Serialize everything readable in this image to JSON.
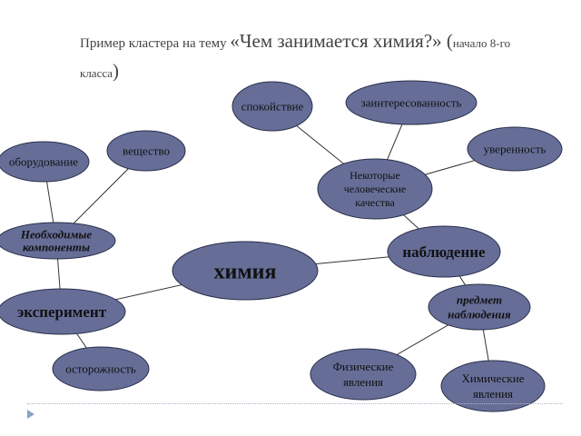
{
  "title": {
    "prefix": "Пример кластера на тему ",
    "main": "«Чем занимается химия?»",
    "paren_open": " (",
    "note_line1": "начало 8-го",
    "note_line2": "класса",
    "paren_close": ")"
  },
  "colors": {
    "node_fill": "#666e98",
    "node_stroke": "#2a2f4a",
    "edge": "#333333"
  },
  "nodes": {
    "calm": {
      "lines": [
        "спокойствие"
      ]
    },
    "interest": {
      "lines": [
        "заинтересованность"
      ]
    },
    "confidence": {
      "lines": [
        "уверенность"
      ]
    },
    "substance": {
      "lines": [
        "вещество"
      ]
    },
    "equipment": {
      "lines": [
        "оборудование"
      ]
    },
    "qualities": {
      "lines": [
        "Некоторые",
        "человеческие",
        "качества"
      ]
    },
    "components": {
      "lines": [
        "Необходимые",
        "компоненты"
      ]
    },
    "observation": {
      "lines": [
        "наблюдение"
      ]
    },
    "chemistry": {
      "lines": [
        "химия"
      ]
    },
    "experiment": {
      "lines": [
        "эксперимент"
      ]
    },
    "subject": {
      "lines": [
        "предмет",
        "наблюдения"
      ]
    },
    "caution": {
      "lines": [
        "осторожность"
      ]
    },
    "physical": {
      "lines": [
        "Физические",
        "явления"
      ]
    },
    "chemical": {
      "lines": [
        "Химические",
        "явления"
      ]
    }
  },
  "edges": [
    [
      "calm",
      "qualities"
    ],
    [
      "interest",
      "qualities"
    ],
    [
      "confidence",
      "qualities"
    ],
    [
      "qualities",
      "observation"
    ],
    [
      "observation",
      "chemistry"
    ],
    [
      "observation",
      "subject"
    ],
    [
      "subject",
      "physical"
    ],
    [
      "subject",
      "chemical"
    ],
    [
      "chemistry",
      "experiment"
    ],
    [
      "experiment",
      "components"
    ],
    [
      "components",
      "equipment"
    ],
    [
      "components",
      "substance"
    ],
    [
      "experiment",
      "caution"
    ]
  ]
}
